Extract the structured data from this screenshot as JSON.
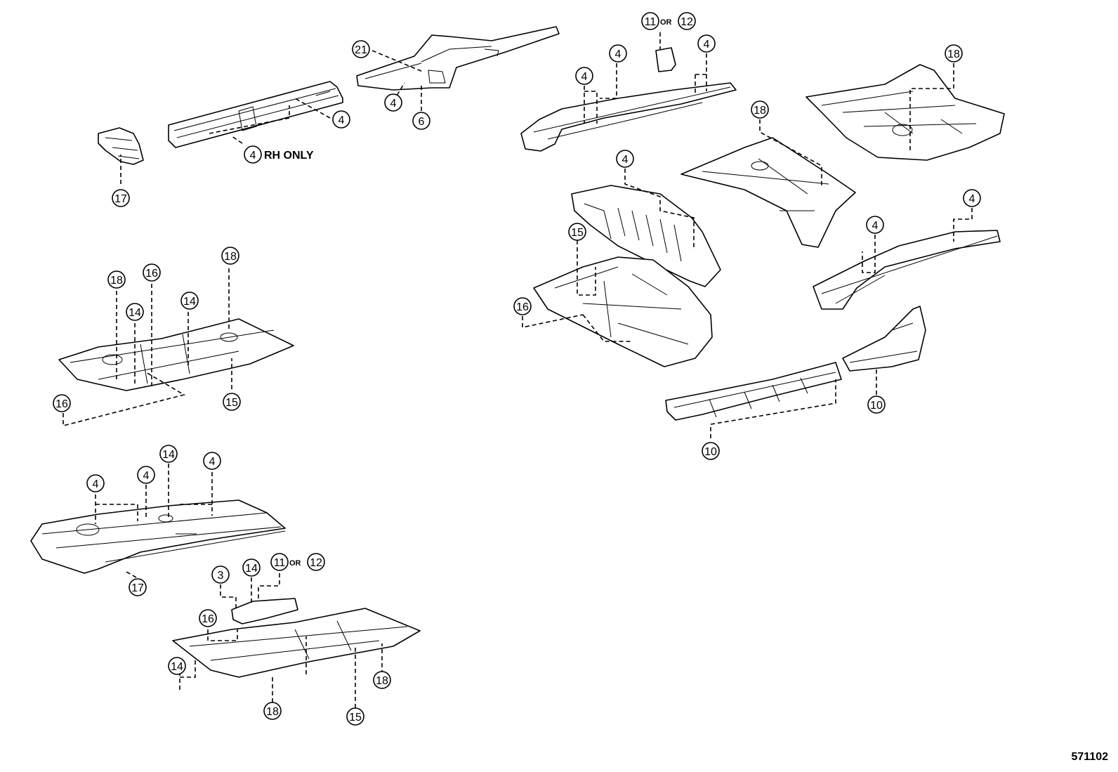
{
  "diagram_number": "571102",
  "callouts": [
    {
      "label": "21"
    },
    {
      "label": "4"
    },
    {
      "label": "6"
    },
    {
      "label": "4"
    },
    {
      "label": "4"
    },
    {
      "label": "17"
    },
    {
      "label": "4"
    },
    {
      "label": "4"
    },
    {
      "label": "4"
    },
    {
      "label": "11"
    },
    {
      "label": "12"
    },
    {
      "label": "18"
    },
    {
      "label": "18"
    },
    {
      "label": "4"
    },
    {
      "label": "15"
    },
    {
      "label": "16"
    },
    {
      "label": "4"
    },
    {
      "label": "4"
    },
    {
      "label": "10"
    },
    {
      "label": "10"
    },
    {
      "label": "18"
    },
    {
      "label": "16"
    },
    {
      "label": "18"
    },
    {
      "label": "14"
    },
    {
      "label": "14"
    },
    {
      "label": "16"
    },
    {
      "label": "15"
    },
    {
      "label": "4"
    },
    {
      "label": "4"
    },
    {
      "label": "14"
    },
    {
      "label": "4"
    },
    {
      "label": "17"
    },
    {
      "label": "3"
    },
    {
      "label": "14"
    },
    {
      "label": "11"
    },
    {
      "label": "12"
    },
    {
      "label": "16"
    },
    {
      "label": "14"
    },
    {
      "label": "18"
    },
    {
      "label": "18"
    },
    {
      "label": "15"
    }
  ],
  "or_text": "OR",
  "rh_only_text": "RH ONLY"
}
